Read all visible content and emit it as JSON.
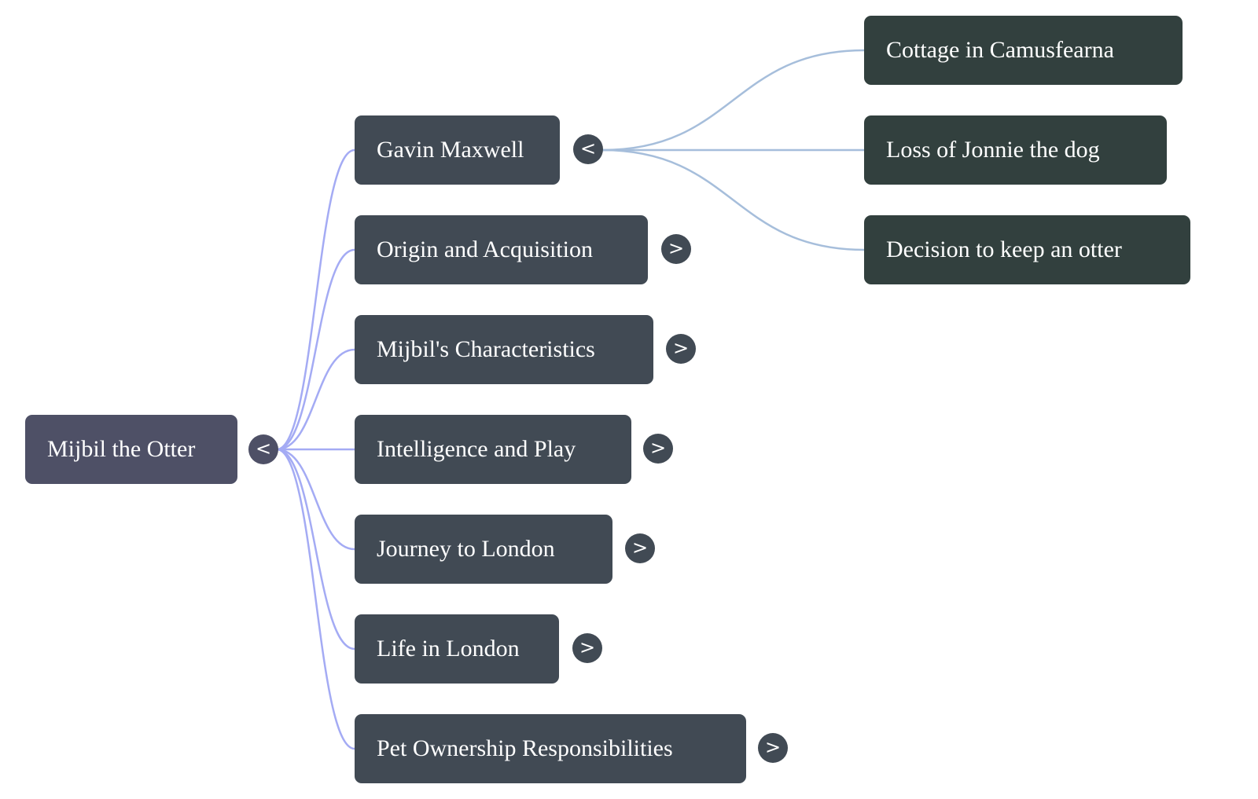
{
  "colors": {
    "root": "#4e5066",
    "level1": "#414a54",
    "level2": "#32403e",
    "link_root": "#a4abf4",
    "link_level1": "#a6bedb"
  },
  "root": {
    "label": "Mijbil the Otter",
    "toggle": "<",
    "expanded": true
  },
  "topics": [
    {
      "label": "Gavin Maxwell",
      "toggle": "<",
      "expanded": true,
      "children": [
        {
          "label": "Cottage in Camusfearna"
        },
        {
          "label": "Loss of Jonnie the dog"
        },
        {
          "label": "Decision to keep an otter"
        }
      ]
    },
    {
      "label": "Origin and Acquisition",
      "toggle": ">",
      "expanded": false
    },
    {
      "label": "Mijbil's Characteristics",
      "toggle": ">",
      "expanded": false
    },
    {
      "label": "Intelligence and Play",
      "toggle": ">",
      "expanded": false
    },
    {
      "label": "Journey to London",
      "toggle": ">",
      "expanded": false
    },
    {
      "label": "Life in London",
      "toggle": ">",
      "expanded": false
    },
    {
      "label": "Pet Ownership Responsibilities",
      "toggle": ">",
      "expanded": false
    }
  ]
}
